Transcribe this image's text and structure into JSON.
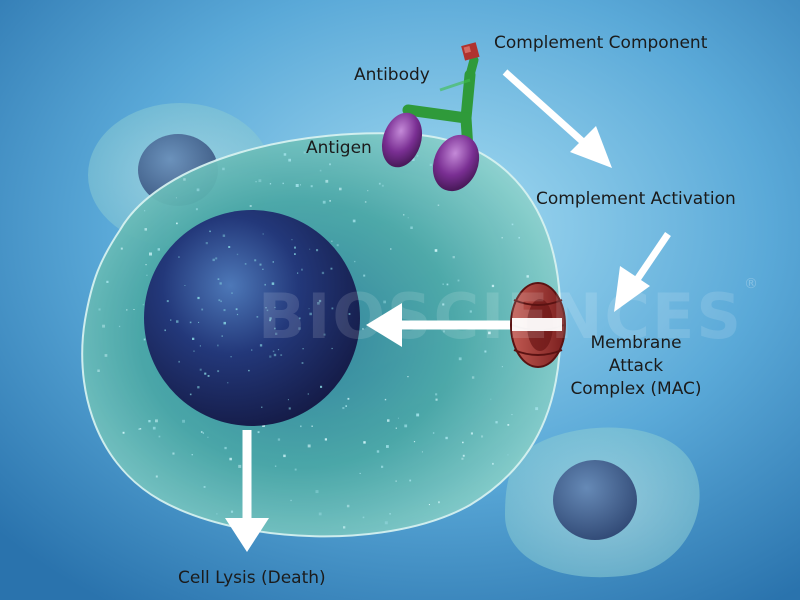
{
  "labels": {
    "complement_component": "Complement Component",
    "antibody": "Antibody",
    "antigen": "Antigen",
    "complement_activation": "Complement Activation",
    "mac_line1": "Membrane",
    "mac_line2": "Attack",
    "mac_line3": "Complex (MAC)",
    "cell_lysis": "Cell Lysis (Death)"
  },
  "watermark": {
    "text": "BIOSCIENCES",
    "registered": "®"
  },
  "colors": {
    "background_center": "#8fd0ec",
    "background_edge": "#2f7fb6",
    "cell_fill": "#4fa9a6",
    "nucleus": "#1e2f6e",
    "antibody": "#2f9a3a",
    "antigen": "#7a2f93",
    "complement_component": "#b0332f",
    "mac": "#9a2a2a",
    "arrow": "#ffffff"
  }
}
